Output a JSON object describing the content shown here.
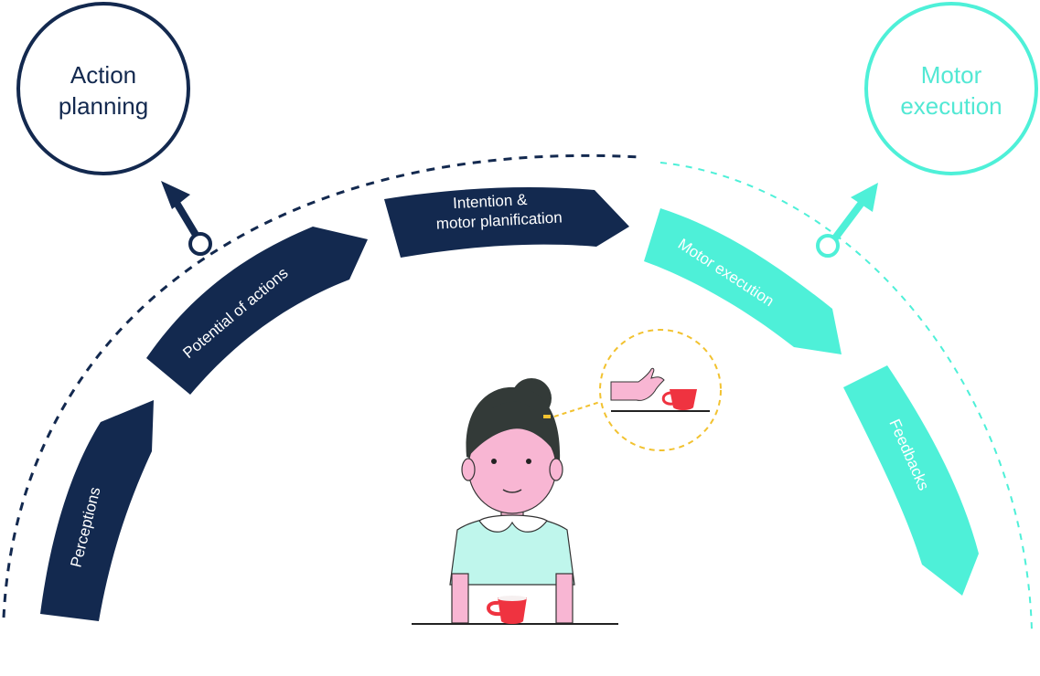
{
  "colors": {
    "navy": "#13294f",
    "teal": "#4ef0d8",
    "teal_text": "#52e8d4",
    "skin": "#f8b6d3",
    "hair": "#333a38",
    "shirt": "#bff6ec",
    "cup": "#ef3340",
    "bubble": "#f2c230"
  },
  "nodes": {
    "action_planning": {
      "line1": "Action",
      "line2": "planning"
    },
    "motor_execution": {
      "line1": "Motor",
      "line2": "execution"
    }
  },
  "segments": {
    "perceptions": "Perceptions",
    "potential": "Potential of actions",
    "intention_line1": "Intention &",
    "intention_line2": "motor planification",
    "motor_execution": "Motor execution",
    "feedbacks": "Feedbacks"
  },
  "icons": {
    "person": "woman-at-table-icon",
    "thought": "hand-reaching-cup-icon",
    "cup": "red-cup-icon"
  }
}
